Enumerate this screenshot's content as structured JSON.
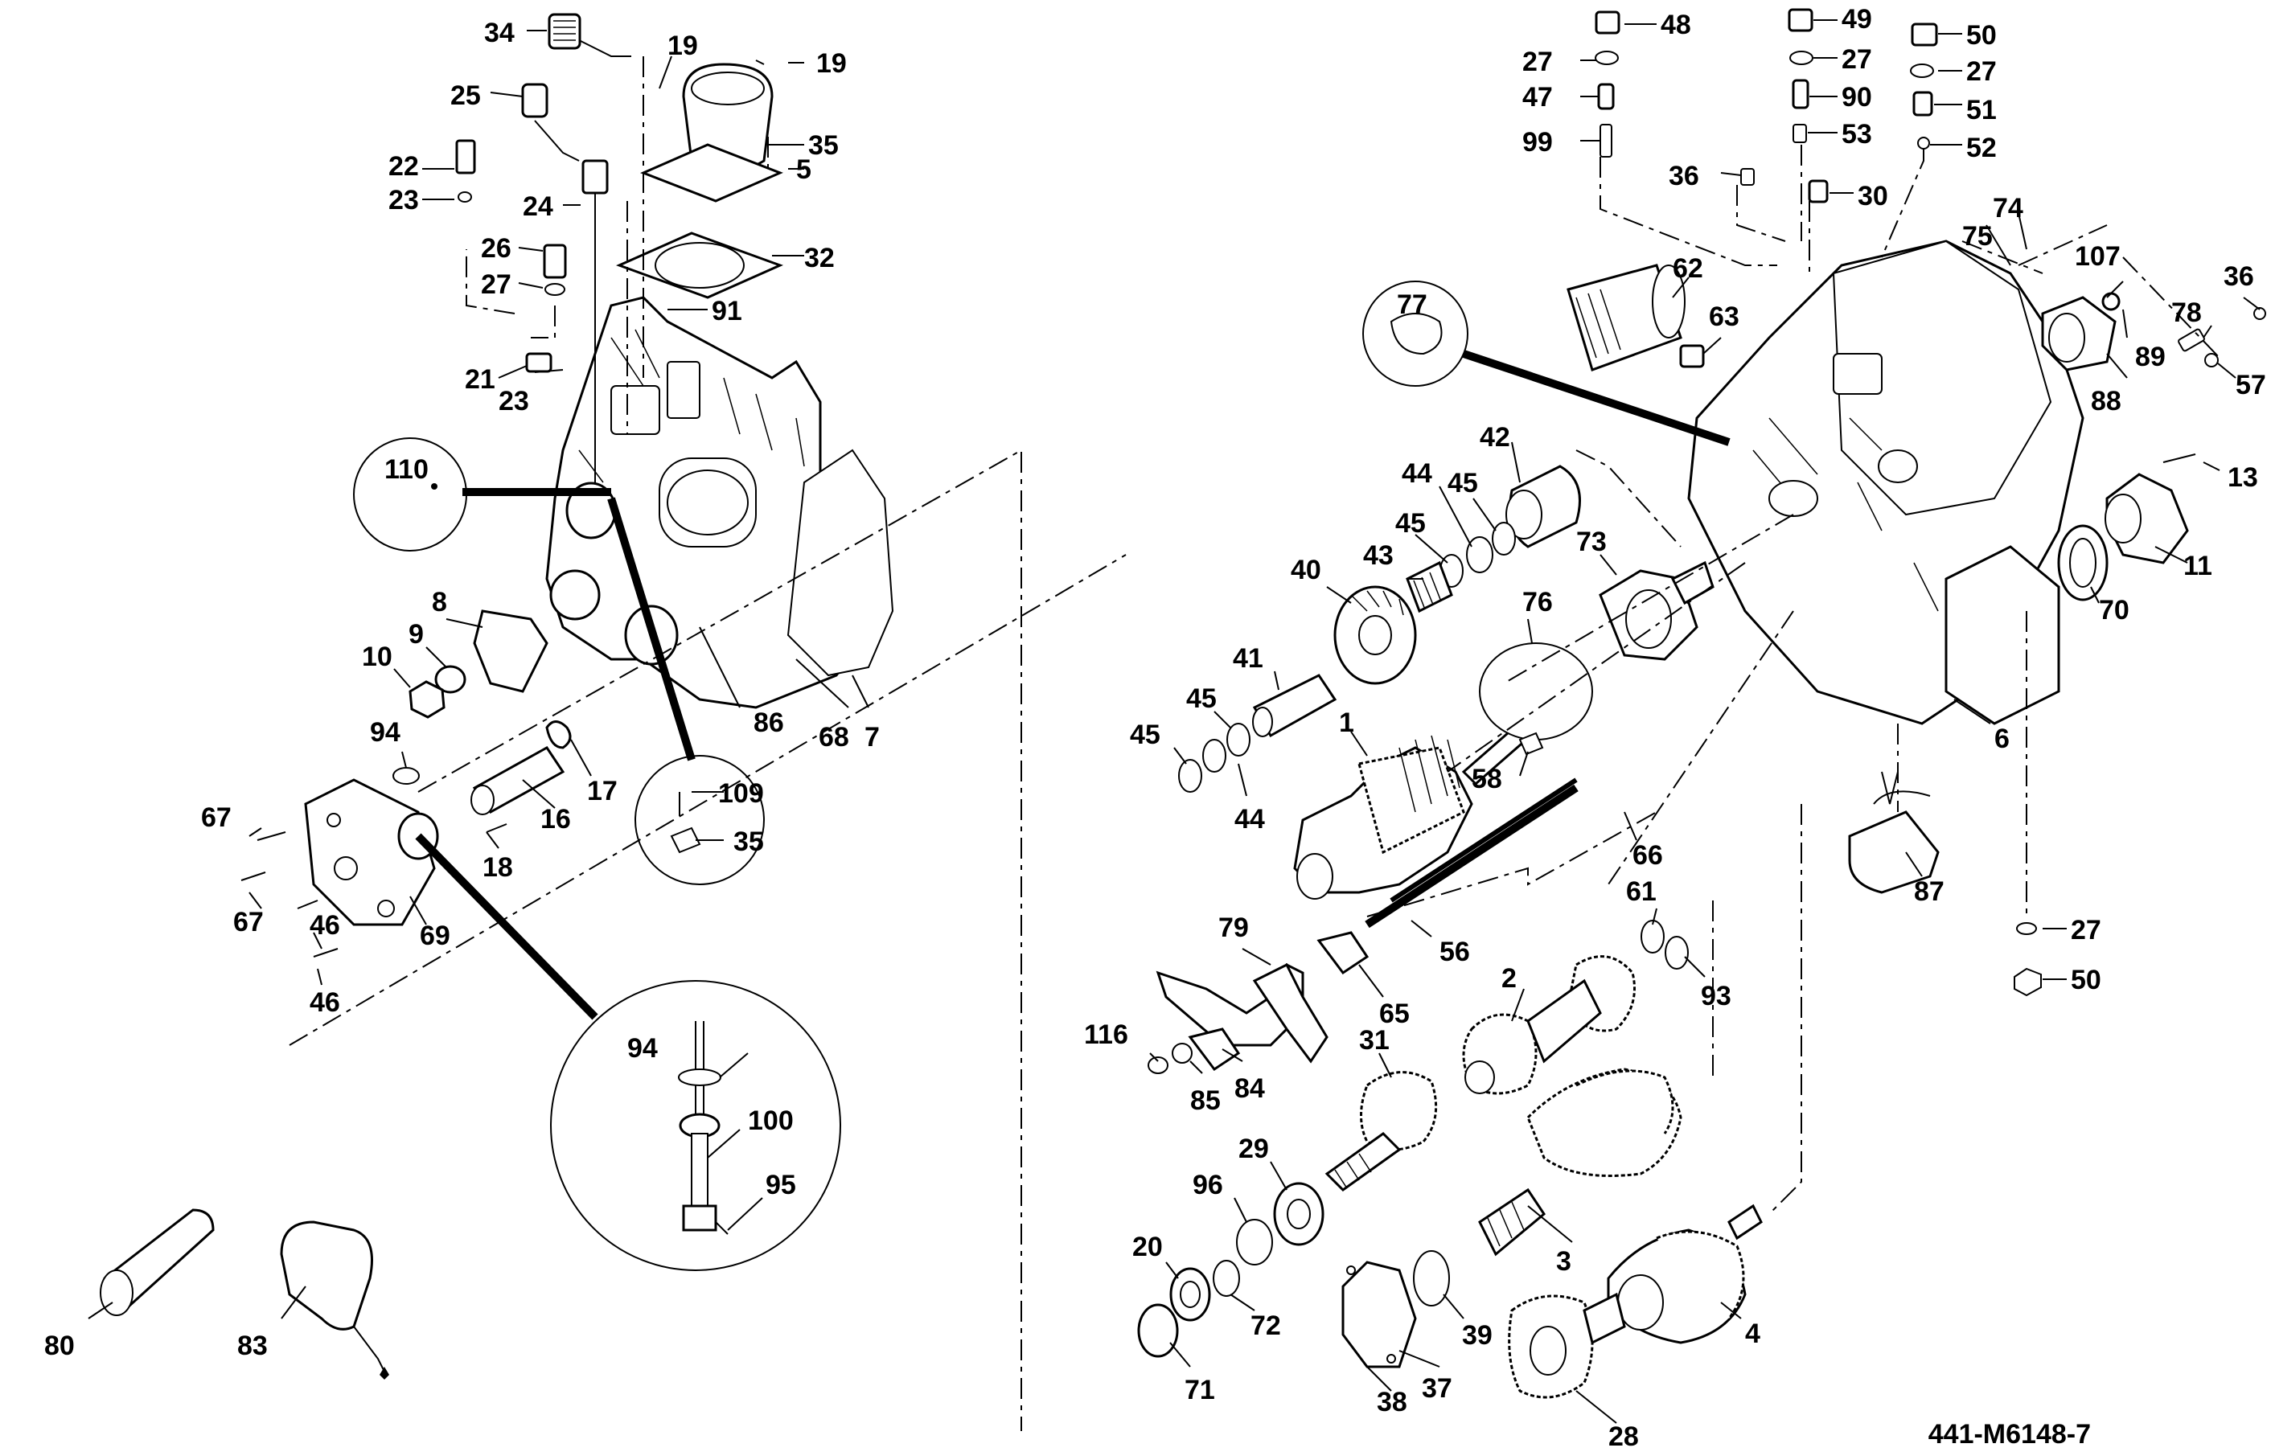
{
  "figure_id": "441-M6148-7",
  "callouts": [
    "34",
    "25",
    "22",
    "23",
    "24",
    "26",
    "27",
    "21",
    "23",
    "19",
    "19",
    "35",
    "5",
    "32",
    "91",
    "110",
    "8",
    "9",
    "10",
    "86",
    "68",
    "7",
    "94",
    "17",
    "16",
    "18",
    "109",
    "35",
    "67",
    "67",
    "46",
    "46",
    "69",
    "94",
    "100",
    "95",
    "80",
    "83",
    "48",
    "27",
    "47",
    "99",
    "49",
    "27",
    "90",
    "53",
    "50",
    "27",
    "51",
    "52",
    "36",
    "30",
    "77",
    "62",
    "63",
    "74",
    "75",
    "107",
    "36",
    "78",
    "57",
    "89",
    "88",
    "13",
    "11",
    "70",
    "42",
    "44",
    "45",
    "45",
    "43",
    "40",
    "73",
    "76",
    "41",
    "45",
    "45",
    "44",
    "1",
    "58",
    "66",
    "6",
    "87",
    "27",
    "50",
    "56",
    "61",
    "93",
    "79",
    "65",
    "116",
    "85",
    "84",
    "2",
    "31",
    "29",
    "96",
    "20",
    "72",
    "71",
    "3",
    "39",
    "37",
    "38",
    "4",
    "28"
  ]
}
